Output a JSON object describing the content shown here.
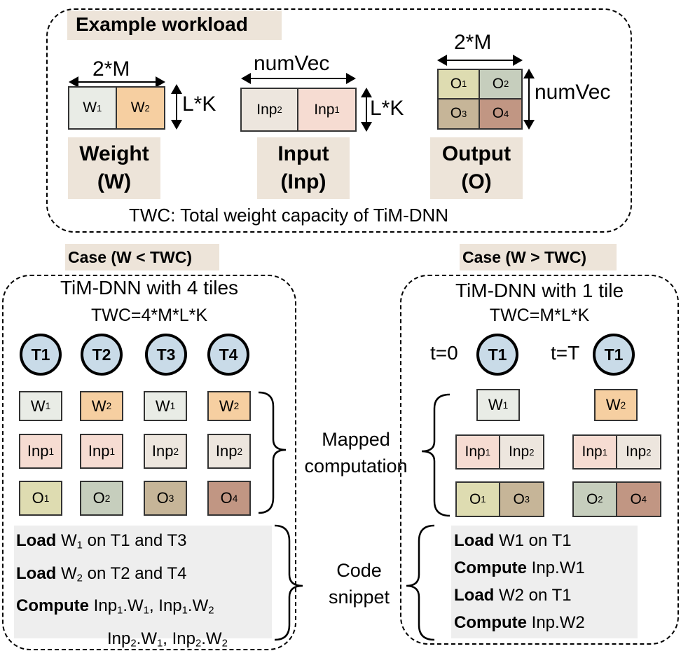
{
  "workload": {
    "title": "Example workload",
    "weight": {
      "dim_top": "2*M",
      "dim_side": "L*K",
      "cells": [
        {
          "base": "W",
          "sub": "1"
        },
        {
          "base": "W",
          "sub": "2"
        }
      ],
      "label1": "Weight",
      "label2": "(W)"
    },
    "input": {
      "dim_top": "numVec",
      "dim_side": "L*K",
      "cells": [
        {
          "base": "Inp",
          "sub": "2"
        },
        {
          "base": "Inp",
          "sub": "1"
        }
      ],
      "label1": "Input",
      "label2": "(Inp)"
    },
    "output": {
      "dim_top": "2*M",
      "dim_side": "numVec",
      "cells": [
        {
          "base": "O",
          "sub": "1"
        },
        {
          "base": "O",
          "sub": "2"
        },
        {
          "base": "O",
          "sub": "3"
        },
        {
          "base": "O",
          "sub": "4"
        }
      ],
      "label1": "Output",
      "label2": "(O)"
    },
    "footnote": "TWC: Total weight capacity of TiM-DNN"
  },
  "case_left": {
    "title": "Case (W < TWC)",
    "heading": "TiM-DNN with 4 tiles",
    "twc": "TWC=4*M*L*K",
    "tiles": [
      "T1",
      "T2",
      "T3",
      "T4"
    ],
    "weights": [
      {
        "base": "W",
        "sub": "1"
      },
      {
        "base": "W",
        "sub": "2"
      },
      {
        "base": "W",
        "sub": "1"
      },
      {
        "base": "W",
        "sub": "2"
      }
    ],
    "inputs": [
      {
        "base": "Inp",
        "sub": "1"
      },
      {
        "base": "Inp",
        "sub": "1"
      },
      {
        "base": "Inp",
        "sub": "2"
      },
      {
        "base": "Inp",
        "sub": "2"
      }
    ],
    "outputs": [
      {
        "base": "O",
        "sub": "1"
      },
      {
        "base": "O",
        "sub": "2"
      },
      {
        "base": "O",
        "sub": "3"
      },
      {
        "base": "O",
        "sub": "4"
      }
    ],
    "code": {
      "line1_kw": "Load",
      "line1_a": "W",
      "line1_a_sub": "1",
      "line1_b": " on T1 and T3",
      "line2_kw": "Load",
      "line2_a": "W",
      "line2_a_sub": "2",
      "line2_b": " on T2 and T4",
      "line3_kw": "Compute",
      "line3_terms": [
        "Inp",
        "1",
        ".W",
        "1",
        ", Inp",
        "1",
        ".W",
        "2"
      ],
      "line4_terms": [
        "Inp",
        "2",
        ".W",
        "1",
        ", Inp",
        "2",
        ".W",
        "2"
      ]
    }
  },
  "middle": {
    "mapped_line1": "Mapped",
    "mapped_line2": "computation",
    "code_line1": "Code",
    "code_line2": "snippet"
  },
  "case_right": {
    "title": "Case (W > TWC)",
    "heading": "TiM-DNN with 1 tile",
    "twc": "TWC=M*L*K",
    "t0_label": "t=0",
    "tT_label": "t=T",
    "tile": "T1",
    "t0_weight": {
      "base": "W",
      "sub": "1"
    },
    "tT_weight": {
      "base": "W",
      "sub": "2"
    },
    "t0_inputs": [
      {
        "base": "Inp",
        "sub": "1"
      },
      {
        "base": "Inp",
        "sub": "2"
      }
    ],
    "tT_inputs": [
      {
        "base": "Inp",
        "sub": "1"
      },
      {
        "base": "Inp",
        "sub": "2"
      }
    ],
    "t0_outputs": [
      {
        "base": "O",
        "sub": "1"
      },
      {
        "base": "O",
        "sub": "3"
      }
    ],
    "tT_outputs": [
      {
        "base": "O",
        "sub": "2"
      },
      {
        "base": "O",
        "sub": "4"
      }
    ],
    "code": [
      {
        "kw": "Load",
        "rest": " W1 on T1"
      },
      {
        "kw": "Compute",
        "rest": " Inp.W1"
      },
      {
        "kw": "Load",
        "rest": " W2 on T1"
      },
      {
        "kw": "Compute",
        "rest": " Inp.W2"
      }
    ]
  },
  "colors": {
    "W1": "#e9ece6",
    "W2": "#f6cfa1",
    "Inp1": "#f6dcd2",
    "Inp2": "#ede6de",
    "O1": "#dedcb1",
    "O2": "#c6cebd",
    "O3": "#c6b598",
    "O4": "#c19683",
    "tile": "#c9dbe8",
    "chip": "#ede4d9",
    "code_bg": "#eeeeee"
  }
}
